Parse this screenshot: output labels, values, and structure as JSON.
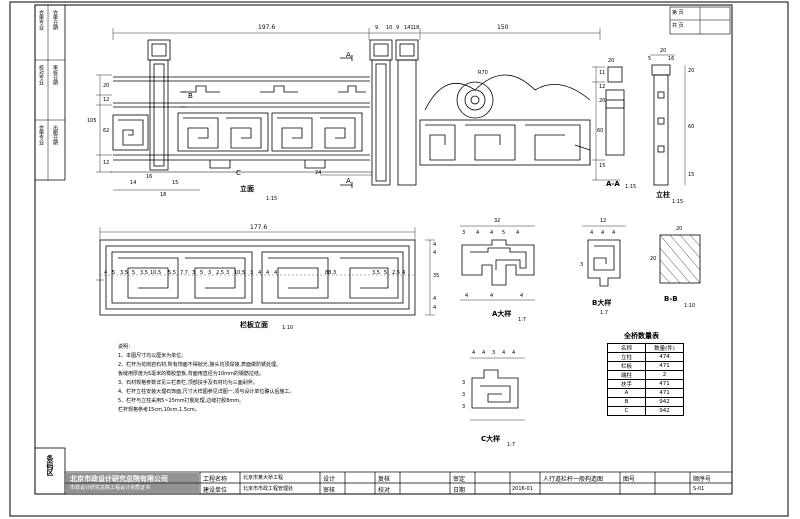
{
  "header": {
    "page_label": "第 页",
    "total_label": "共 页"
  },
  "sidebar": {
    "cells": [
      "会审专业",
      "会审日期",
      "校对专业",
      "审核日期",
      "会审专业",
      "出图日期"
    ],
    "section_label": "条码区"
  },
  "elevation": {
    "dims_top": [
      "197.6",
      "9",
      "10",
      "9",
      "141",
      "18",
      "150"
    ],
    "dims_left": [
      "20",
      "12",
      "105",
      "62",
      "12"
    ],
    "dims_bottom": [
      "16",
      "14",
      "18",
      "15",
      "24"
    ],
    "radius_label": "R70",
    "cut_A": "A",
    "cut_B": "B",
    "detail_C": "C",
    "title": "立面",
    "scale": "1:15"
  },
  "section_AA": {
    "dims": [
      "20",
      "11",
      "12",
      "20",
      "60",
      "15"
    ],
    "title": "A-A",
    "scale": "1:15"
  },
  "column": {
    "dims_top": [
      "20",
      "5",
      "16"
    ],
    "dims_side": [
      "20",
      "60",
      "15"
    ],
    "title": "立柱",
    "scale": "1:15"
  },
  "panel": {
    "dim_total": "177.6",
    "dims_inner": [
      "4",
      "5",
      "3.5",
      "5",
      "3.5",
      "10.5",
      "5.5",
      "7.7",
      "3",
      "5",
      "3",
      "2.5",
      "3",
      "10.5",
      "3",
      "4",
      "4",
      "4",
      "88.3",
      "3.5",
      "5",
      "2.5",
      "4"
    ],
    "dims_side": [
      "4",
      "4",
      "35",
      "4",
      "4"
    ],
    "title": "栏板立面",
    "scale": "1:10"
  },
  "detail_A": {
    "dims": [
      "32",
      "3",
      "4",
      "4",
      "5",
      "4",
      "4",
      "4",
      "4"
    ],
    "title": "A大样",
    "scale": "1:7"
  },
  "detail_B": {
    "dims": [
      "12",
      "4",
      "4",
      "4",
      "3"
    ],
    "title": "B大样",
    "scale": "1:7"
  },
  "section_BB": {
    "dims": [
      "20",
      "20"
    ],
    "title": "B-B",
    "scale": "1:10"
  },
  "detail_C": {
    "dims": [
      "4",
      "4",
      "3",
      "4",
      "4",
      "3",
      "3",
      "3"
    ],
    "title": "C大样",
    "scale": "1:7"
  },
  "notes": {
    "heading": "说明：",
    "lines": [
      "1、本图尺寸均以厘米为单位。",
      "2、栏杆为花岗岩石材,所有饰面不得抛光,接头均须焊接,表面做防锈处理。",
      "   板缝用厚度为5毫米的橡胶垫板,背面用直径为10mm的钢筋拉结。",
      "3、石材规格参数详见三栏表栏,顶部扶手及石材均为三面剁斧。",
      "4、栏杆立柱安装大理石饰面,尺寸大样图参见详图一,须与设计单位确认后施工。",
      "5、栏杆与立柱采用5~15mm打胶处理,边缝打胶8mm。",
      "   栏杆规格参考15cm,10cm,1.5cm。"
    ]
  },
  "quantity_table": {
    "title": "全桥数量表",
    "header": [
      "名称",
      "数量(件)"
    ],
    "rows": [
      [
        "立柱",
        "474"
      ],
      [
        "栏板",
        "471"
      ],
      [
        "端柱",
        "2"
      ],
      [
        "扶手",
        "471"
      ],
      [
        "A",
        "471"
      ],
      [
        "B",
        "942"
      ],
      [
        "C",
        "942"
      ]
    ]
  },
  "title_block": {
    "company": "北京市政设计研究总院有限公司",
    "company_sub": "市政设计研究总院工程设计资质证书",
    "project_label": "工程名称",
    "project_value": "北京市某大桥工程",
    "design_unit_label": "建设单位",
    "design_unit_value": "北京市市政工程管理处",
    "fields": [
      "设计",
      "审核",
      "复核",
      "校对",
      "审定",
      "日期"
    ],
    "drawing_title": "人行道栏杆一般构造图",
    "drawing_no_label": "图号",
    "drawing_no": "2016-01",
    "sheet_label": "顺序号",
    "sheet_no": "S-01"
  }
}
